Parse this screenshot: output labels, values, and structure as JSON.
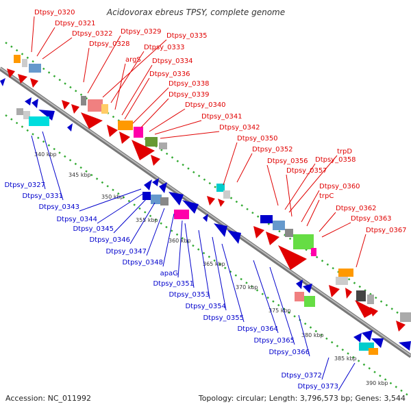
{
  "title": "Acidovorax ebreus TPSY, complete genome",
  "accession": "Accession: NC_011992",
  "topology": "Topology: circular; Length: 3,796,573 bp; Genes: 3,544",
  "colors": {
    "forward_label": "#e00000",
    "reverse_label": "#0000cc",
    "backbone": "#888888",
    "dotted_track": "#33aa33"
  },
  "forward_labels": [
    "Dtpsy_0320",
    "Dtpsy_0321",
    "Dtpsy_0322",
    "Dtpsy_0328",
    "Dtpsy_0329",
    "Dtpsy_0335",
    "Dtpsy_0333",
    "argS",
    "Dtpsy_0334",
    "Dtpsy_0336",
    "Dtpsy_0338",
    "Dtpsy_0339",
    "Dtpsy_0340",
    "Dtpsy_0341",
    "Dtpsy_0342",
    "Dtpsy_0350",
    "Dtpsy_0352",
    "Dtpsy_0356",
    "Dtpsy_0358",
    "trpD",
    "Dtpsy_0357",
    "Dtpsy_0360",
    "trpC",
    "Dtpsy_0362",
    "Dtpsy_0363",
    "Dtpsy_0367"
  ],
  "reverse_labels": [
    "Dtpsy_0327",
    "Dtpsy_0331",
    "Dtpsy_0343",
    "Dtpsy_0344",
    "Dtpsy_0345",
    "Dtpsy_0346",
    "Dtpsy_0347",
    "Dtpsy_0348",
    "apaG",
    "Dtpsy_0351",
    "Dtpsy_0353",
    "Dtpsy_0354",
    "Dtpsy_0355",
    "Dtpsy_0364",
    "Dtpsy_0365",
    "Dtpsy_0366",
    "Dtpsy_0372",
    "Dtpsy_0373"
  ],
  "ticks": [
    "340 kbp",
    "345 kbp",
    "350 kbp",
    "355 kbp",
    "360 kbp",
    "365 kbp",
    "370 kbp",
    "375 kbp",
    "380 kbp",
    "385 kbp",
    "390 kbp"
  ]
}
